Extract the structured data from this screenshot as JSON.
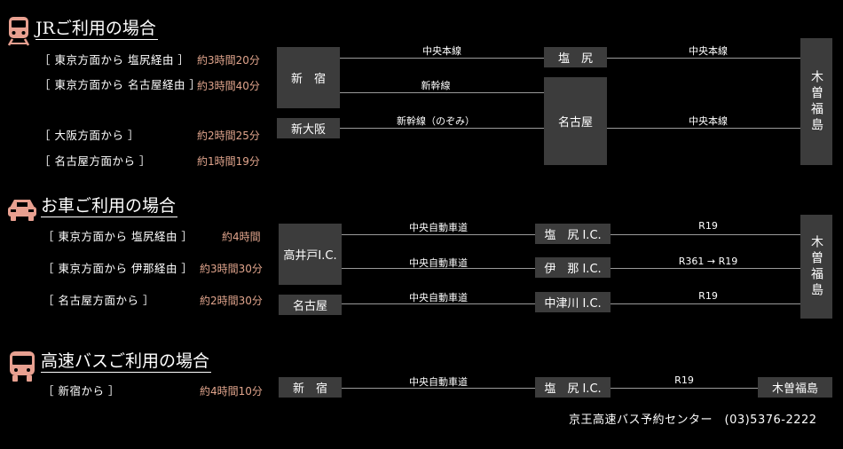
{
  "colors": {
    "icon": "#e8a090",
    "time": "#e0a48c",
    "box": "#3c3c3c",
    "line": "#9a9a9a"
  },
  "jr": {
    "icon": "train-icon",
    "title": "JRご利用の場合",
    "routes": [
      {
        "label": "［ 東京方面から 塩尻経由 ］",
        "time": "約3時間20分"
      },
      {
        "label": "［ 東京方面から 名古屋経由 ］",
        "time": "約3時間40分"
      },
      {
        "label": "［ 大阪方面から ］",
        "time": "約2時間25分"
      },
      {
        "label": "［ 名古屋方面から ］",
        "time": "約1時間19分"
      }
    ],
    "boxes": {
      "shinjuku": "新　宿",
      "shinosaka": "新大阪",
      "shiojiri": "塩　尻",
      "nagoya": "名古屋",
      "kiso": "木曽福島"
    },
    "lines": {
      "shinjuku_shiojiri": "中央本線",
      "shiojiri_kiso": "中央本線",
      "shinjuku_nagoya": "新幹線",
      "osaka_nagoya": "新幹線（のぞみ）",
      "nagoya_kiso": "中央本線"
    }
  },
  "car": {
    "icon": "car-icon",
    "title": "お車ご利用の場合",
    "routes": [
      {
        "label": "［ 東京方面から 塩尻経由 ］",
        "time": "約4時間"
      },
      {
        "label": "［ 東京方面から 伊那経由 ］",
        "time": "約3時間30分"
      },
      {
        "label": "［ 名古屋方面から ］",
        "time": "約2時間30分"
      }
    ],
    "boxes": {
      "takaido": "高井戸I.C.",
      "nagoya": "名古屋",
      "shiojiri": "塩　尻 I.C.",
      "ina": "伊　那 I.C.",
      "nakatsugawa": "中津川 I.C.",
      "kiso": "木曽福島"
    },
    "lines": {
      "l1a": "中央自動車道",
      "l1b": "R19",
      "l2a": "中央自動車道",
      "l2b": "R361 → R19",
      "l3a": "中央自動車道",
      "l3b": "R19"
    }
  },
  "bus": {
    "icon": "bus-icon",
    "title": "高速バスご利用の場合",
    "routes": [
      {
        "label": "［ 新宿から ］",
        "time": "約4時間10分"
      }
    ],
    "boxes": {
      "shinjuku": "新　宿",
      "shiojiri": "塩　尻 I.C.",
      "kiso": "木曽福島"
    },
    "lines": {
      "l1a": "中央自動車道",
      "l1b": "R19"
    },
    "contact": "京王高速バス予約センター　(03)5376-2222"
  }
}
